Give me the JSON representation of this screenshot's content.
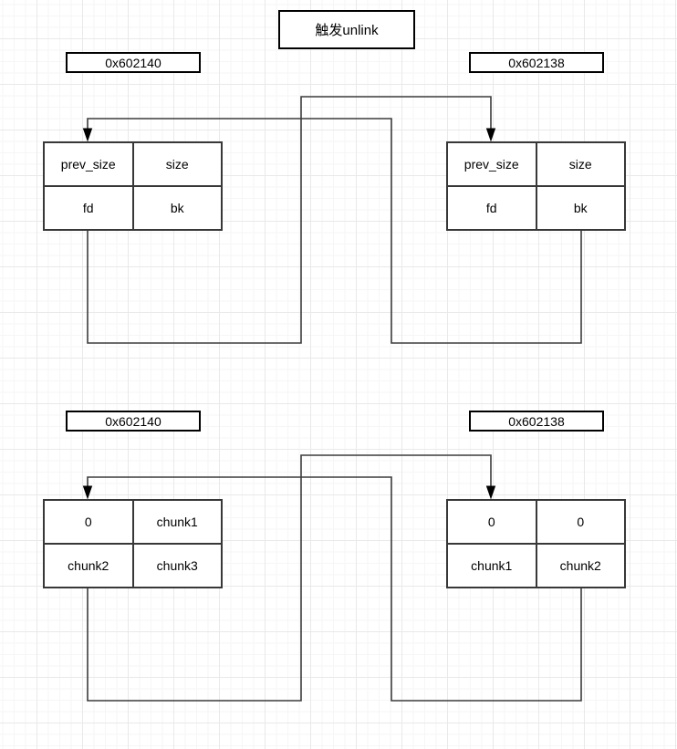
{
  "diagram_title": "触发unlink",
  "colors": {
    "box_border": "#000000",
    "table_border": "#383838",
    "wire": "#3c3c3c",
    "arrowhead": "#000000",
    "background": "#ffffff",
    "grid_minor": "#f6f6f6",
    "grid_major": "#e9e9e9"
  },
  "sections": {
    "before": {
      "left_chunk": {
        "address": "0x602140",
        "rows": [
          [
            "prev_size",
            "size"
          ],
          [
            "fd",
            "bk"
          ]
        ]
      },
      "right_chunk": {
        "address": "0x602138",
        "rows": [
          [
            "prev_size",
            "size"
          ],
          [
            "fd",
            "bk"
          ]
        ]
      }
    },
    "after": {
      "left_chunk": {
        "address": "0x602140",
        "rows": [
          [
            "0",
            "chunk1"
          ],
          [
            "chunk2",
            "chunk3"
          ]
        ]
      },
      "right_chunk": {
        "address": "0x602138",
        "rows": [
          [
            "0",
            "0"
          ],
          [
            "chunk1",
            "chunk2"
          ]
        ]
      }
    }
  },
  "icons": {
    "arrowhead": "down-arrowhead"
  }
}
